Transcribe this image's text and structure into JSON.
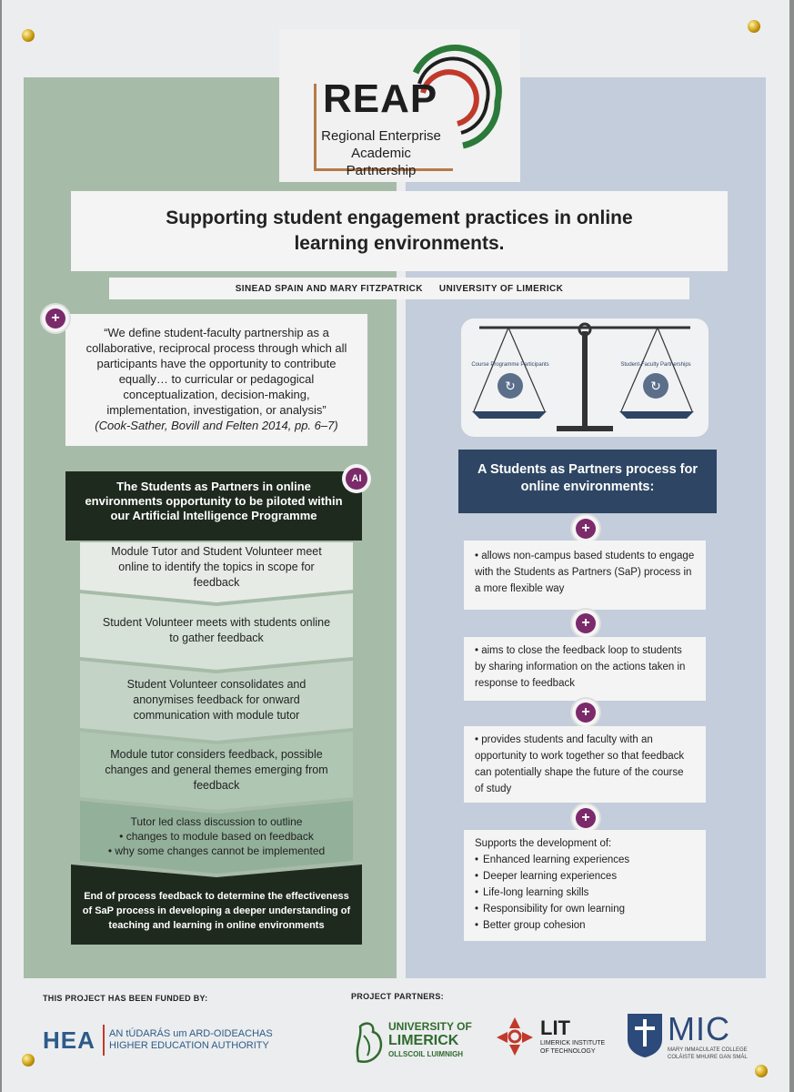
{
  "logo": {
    "word": "REAP",
    "subtitle_line1": "Regional Enterprise",
    "subtitle_line2": "Academic Partnership"
  },
  "title": "Supporting student engagement practices in online learning environments.",
  "authors": {
    "names": "SINEAD SPAIN AND MARY FITZPATRICK",
    "institution": "UNIVERSITY OF LIMERICK"
  },
  "quote": {
    "text": "“We define student-faculty partnership as a collaborative, reciprocal process through which all participants have the opportunity to contribute equally…  to curricular or pedagogical conceptualization, decision-making, implementation, investigation, or analysis”",
    "citation": "(Cook-Sather, Bovill and Felten 2014, pp. 6–7)"
  },
  "ai_badge": "AI",
  "left_heading": "The Students as Partners in online environments opportunity to be piloted within our Artificial Intelligence Programme",
  "steps": [
    {
      "text": "Module Tutor and Student Volunteer meet online to identify the topics in scope for feedback"
    },
    {
      "text": "Student Volunteer meets with students online to gather feedback"
    },
    {
      "text": "Student Volunteer consolidates and anonymises feedback for onward communication with module tutor"
    },
    {
      "text": "Module tutor considers feedback, possible changes and general themes emerging from feedback"
    },
    {
      "text": "Tutor led class discussion to outline",
      "bullets": [
        "changes to module based on feedback",
        "why some changes cannot be implemented"
      ]
    }
  ],
  "final_step": "End of process feedback to determine the effectiveness of SaP process in developing a deeper understanding of teaching and learning in online environments",
  "scale": {
    "left_pan": "Course Programme Participants",
    "right_pan": "Student-Faculty Partnerships"
  },
  "right_heading": "A Students as Partners process for online environments:",
  "right_boxes": [
    {
      "text": "allows non-campus based  students to engage with the  Students as Partners (SaP) process in a more flexible way"
    },
    {
      "text": "aims to close the feedback loop to students by sharing information on the actions taken in response to feedback"
    },
    {
      "text": "provides students and faculty with an opportunity to work together so that feedback can potentially shape the future of the course of study"
    }
  ],
  "supports": {
    "intro": "Supports the development of:",
    "items": [
      "Enhanced learning experiences",
      "Deeper learning experiences",
      "Life-long learning skills",
      "Responsibility for own learning",
      "Better group cohesion"
    ]
  },
  "footer": {
    "funded_label": "THIS PROJECT HAS BEEN FUNDED BY:",
    "partners_label": "PROJECT PARTNERS:",
    "hea_abbr": "HEA",
    "hea_line1": "AN tÚDARÁS um ARD-OIDEACHAS",
    "hea_line2": "HIGHER EDUCATION AUTHORITY",
    "ul_line1": "UNIVERSITY OF",
    "ul_line2": "LIMERICK",
    "ul_line3": "OLLSCOIL LUIMNIGH",
    "lit_abbr": "LIT",
    "lit_line1": "LIMERICK INSTITUTE",
    "lit_line2": "OF TECHNOLOGY",
    "mic_abbr": "MIC",
    "mic_line1": "MARY IMMACULATE COLLEGE",
    "mic_line2": "COLÁISTE MHUIRE GAN SMÁL"
  },
  "colors": {
    "left_panel": "#a7bba9",
    "right_panel": "#c3cddb",
    "dark_green": "#1f2a1f",
    "navy": "#2e4664",
    "plum": "#7b2a6a"
  }
}
